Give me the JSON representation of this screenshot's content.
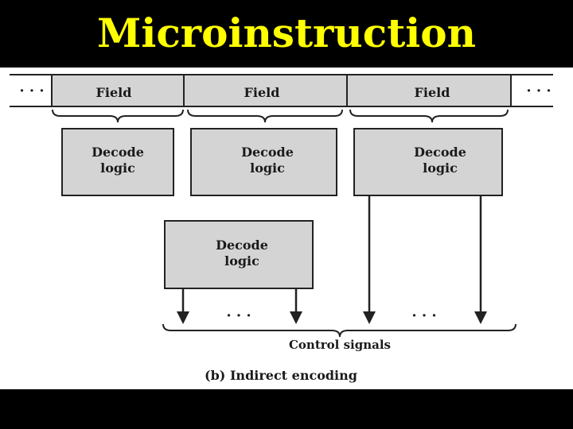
{
  "title": "Microinstruction Encoding",
  "diagram": {
    "fields": [
      "Field",
      "Field",
      "Field"
    ],
    "ellipsis": "· · ·",
    "decoders": [
      {
        "line1": "Decode",
        "line2": "logic"
      },
      {
        "line1": "Decode",
        "line2": "logic"
      },
      {
        "line1": "Decode",
        "line2": "logic"
      },
      {
        "line1": "Decode",
        "line2": "logic"
      }
    ],
    "control_signals_label": "Control signals",
    "caption": "(b) Indirect encoding"
  },
  "colors": {
    "title": "#ffff00",
    "box_fill": "#d4d4d4",
    "stroke": "#222222"
  }
}
